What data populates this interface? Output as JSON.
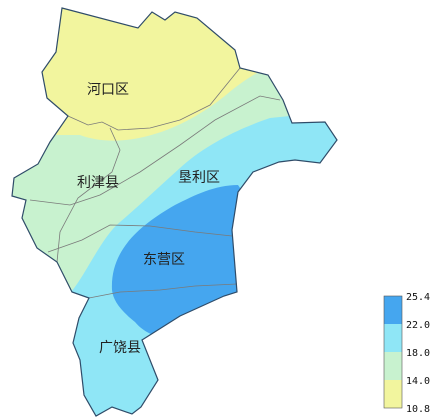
{
  "map": {
    "colors": {
      "band_1": "#f2f59e",
      "band_2": "#c8f2cf",
      "band_3": "#8fe6f6",
      "band_4": "#45a6ef",
      "boundary": "#7a7a7a",
      "coast": "#2f4c69"
    },
    "districts": [
      {
        "id": "hekou",
        "name": "河口区"
      },
      {
        "id": "lijin",
        "name": "利津县"
      },
      {
        "id": "kenli",
        "name": "垦利区"
      },
      {
        "id": "dongying",
        "name": "东营区"
      },
      {
        "id": "guangrao",
        "name": "广饶县"
      }
    ],
    "legend": {
      "ticks": [
        "25.4",
        "22.0",
        "18.0",
        "14.0",
        "10.8"
      ],
      "bands": [
        {
          "color": "#45a6ef",
          "from": 22.0,
          "to": 25.4
        },
        {
          "color": "#8fe6f6",
          "from": 18.0,
          "to": 22.0
        },
        {
          "color": "#c8f2cf",
          "from": 14.0,
          "to": 18.0
        },
        {
          "color": "#f2f59e",
          "from": 10.8,
          "to": 14.0
        }
      ]
    }
  }
}
